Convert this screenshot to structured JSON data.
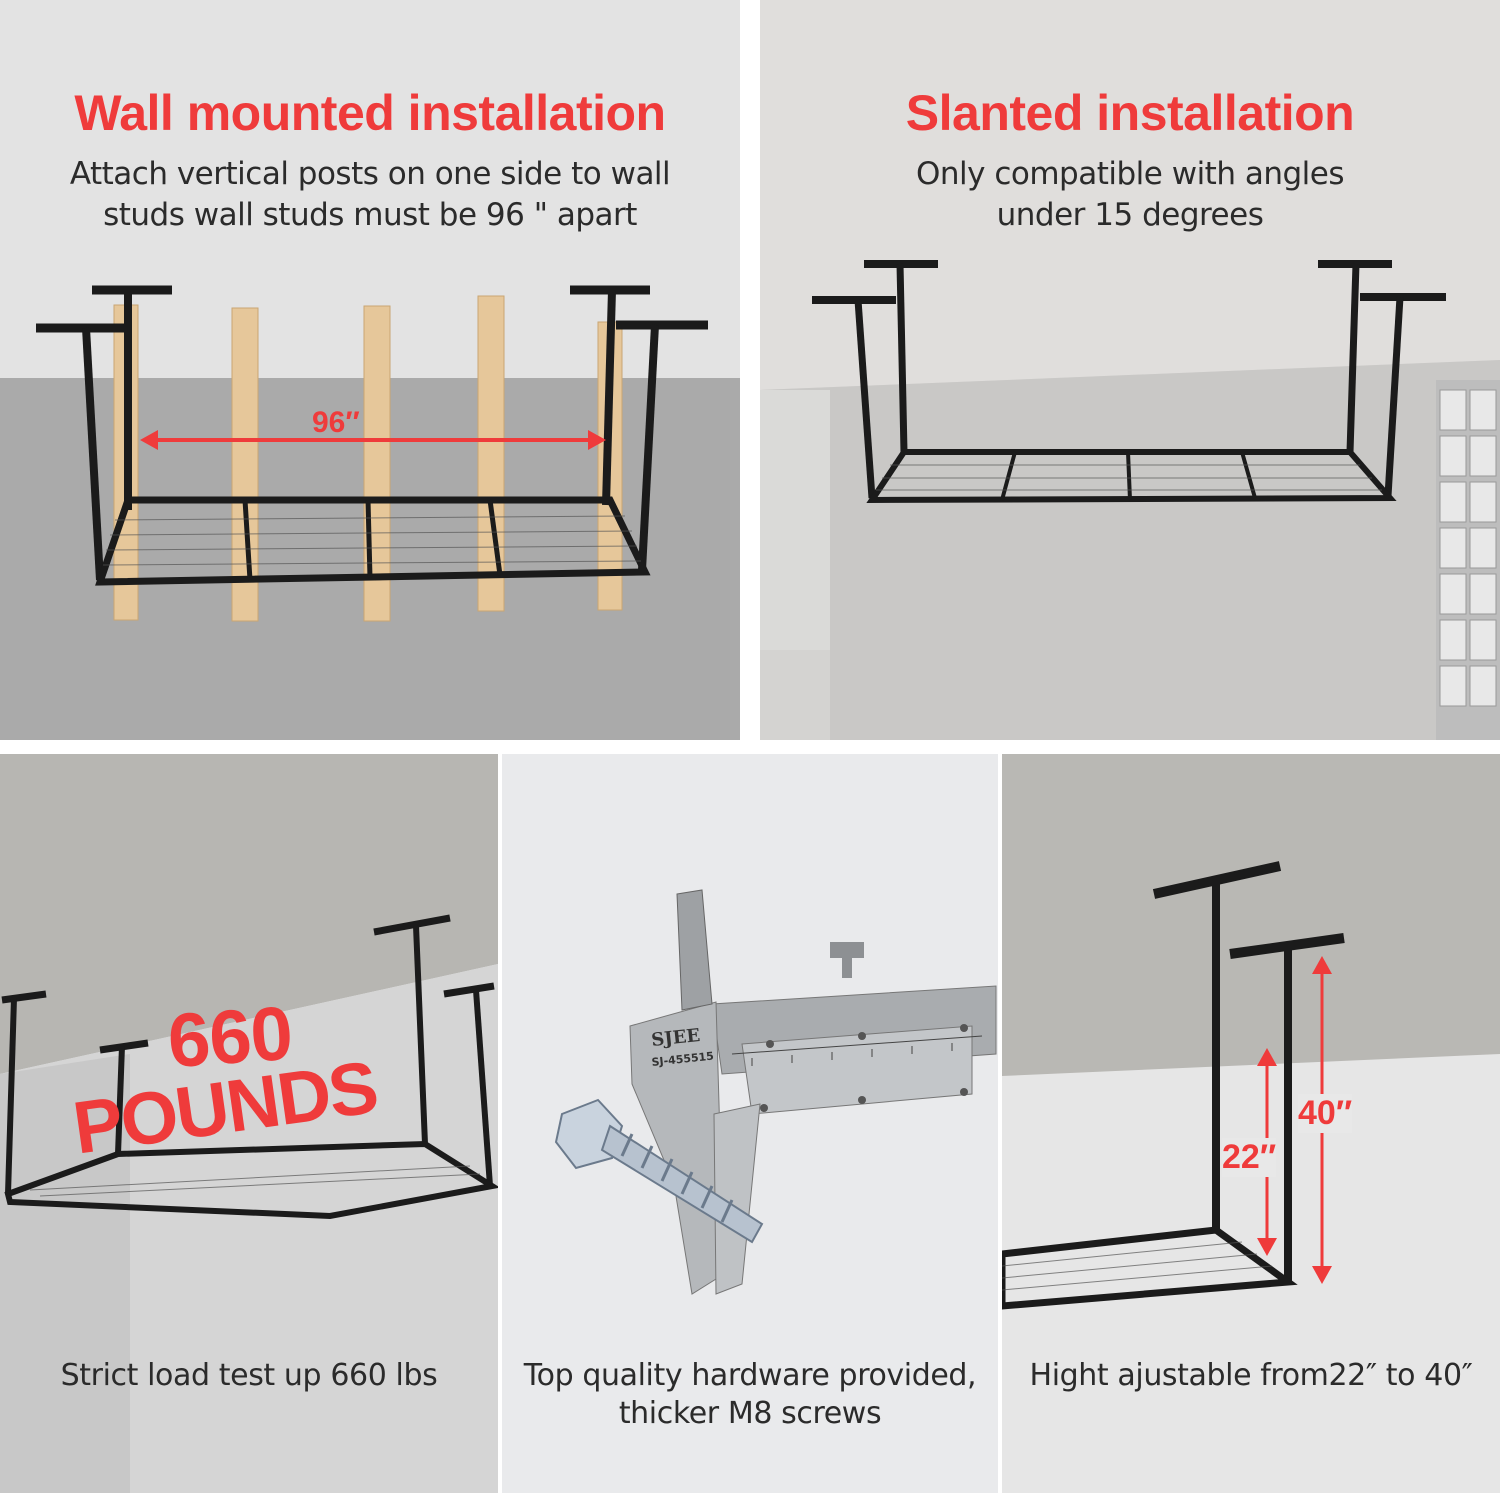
{
  "colors": {
    "accent_red": "#ef3b3b",
    "frame_black": "#1b1b1b",
    "wood": "#e6c79a"
  },
  "panels": {
    "wall": {
      "title": "Wall mounted installation",
      "subtitle_line1": "Attach vertical posts on one side to wall",
      "subtitle_line2": "studs wall studs must be 96 \" apart",
      "dimension_label": "96″"
    },
    "slanted": {
      "title": "Slanted installation",
      "subtitle_line1": "Only compatible with angles",
      "subtitle_line2": "under 15 degrees"
    },
    "load": {
      "overlay_line1": "660",
      "overlay_line2": "POUNDS",
      "caption": "Strict load test up 660 lbs"
    },
    "hardware": {
      "caption_line1": "Top quality hardware provided,",
      "caption_line2": "thicker M8 screws",
      "caliper_brand": "SJEE",
      "caliper_model": "SJ-455515",
      "icons": [
        "caliper-icon",
        "lag-screw-icon"
      ]
    },
    "height": {
      "caption": "Hight ajustable from22″ to 40″",
      "label_low": "22″",
      "label_high": "40″"
    }
  }
}
